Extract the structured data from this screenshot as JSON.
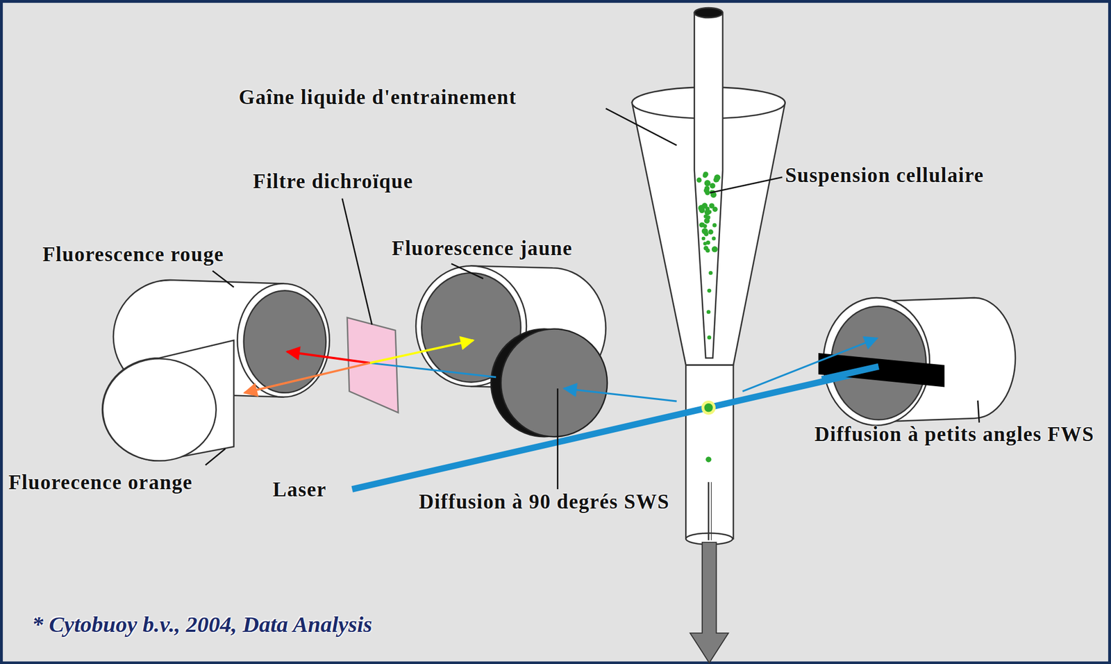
{
  "diagram": {
    "caption": "* Cytobuoy b.v., 2004, Data Analysis",
    "labels": [
      "Gaîne liquide d'entrainement",
      "Suspension cellulaire",
      "Filtre dichroïque",
      "Fluorescence rouge",
      "Fluorescence jaune",
      "Fluorecence orange",
      "Laser",
      "Diffusion à 90 degrés SWS",
      "Diffusion à petits angles FWS"
    ]
  }
}
